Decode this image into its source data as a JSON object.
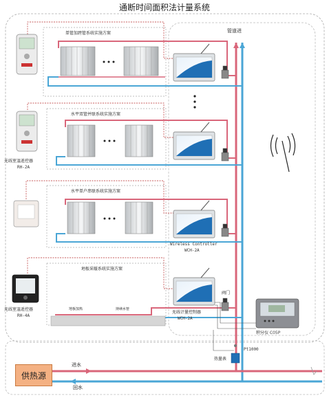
{
  "diagram": {
    "title": "通断时间面积法计量系统",
    "pipe_in_label": "管道进",
    "supply_label": "进水",
    "return_label": "回水",
    "heat_source": "供热源",
    "schemes": [
      {
        "title": "单管加跨管系统实施方案"
      },
      {
        "title": "水平双管并联系统实施方案"
      },
      {
        "title": "水平单户串联系统实施方案"
      },
      {
        "title": "地板采暖系统实施方案"
      }
    ],
    "remotes": [
      {
        "label": "无线室温遥控器",
        "model": "RH-2A"
      },
      {
        "label": "无线室温遥控器",
        "model": "RH-4A"
      }
    ],
    "controller": {
      "label": "Wireless Controller",
      "model": "WCH-2A"
    },
    "controller_cn": {
      "label": "无线计量控制器",
      "model": "WCH-2A"
    },
    "valve_label": "阀门",
    "integrator_label": "积分仪 C05P",
    "sensor_label": "Pt1000",
    "meter_label": "热量表",
    "floor_labels": [
      "地板加热",
      "持续水管"
    ],
    "colors": {
      "supply": "#d9667a",
      "return": "#4aa6d6",
      "dashed": "#c75b5b",
      "panel": "#1f6fb5"
    }
  }
}
